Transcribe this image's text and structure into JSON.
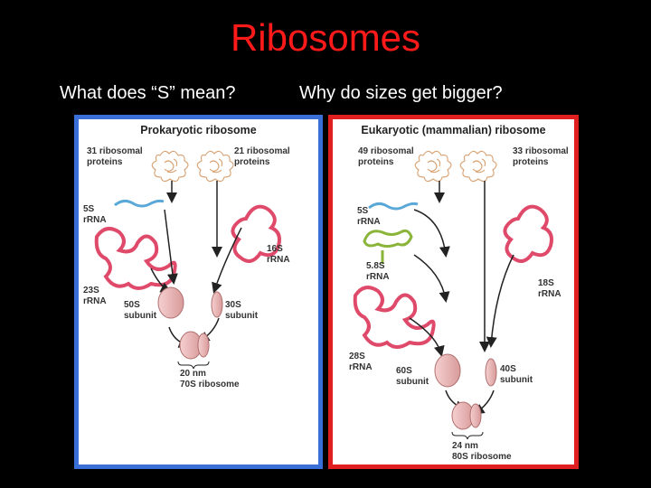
{
  "slide": {
    "title": "Ribosomes",
    "question_left": "What does “S” mean?",
    "question_right": "Why do sizes get bigger?"
  },
  "colors": {
    "title": "#ff1a1a",
    "prokaryotic_border": "#3a6fd8",
    "eukaryotic_border": "#e02020",
    "rRNA_pink": "#e04a6a",
    "rRNA_5S_blue": "#5aa8d8",
    "rRNA_5_8S_green": "#8ab43a",
    "subunit_fill": "#eab0b0"
  },
  "prokaryotic": {
    "title": "Prokaryotic ribosome",
    "large_proteins": "31 ribosomal\nproteins",
    "small_proteins": "21 ribosomal\nproteins",
    "rrna_5s": "5S\nrRNA",
    "rrna_16s": "16S\nrRNA",
    "rrna_23s": "23S\nrRNA",
    "large_subunit": "50S\nsubunit",
    "small_subunit": "30S\nsubunit",
    "size": "20 nm",
    "ribosome": "70S ribosome"
  },
  "eukaryotic": {
    "title": "Eukaryotic (mammalian) ribosome",
    "large_proteins": "49 ribosomal\nproteins",
    "small_proteins": "33 ribosomal\nproteins",
    "rrna_5s": "5S\nrRNA",
    "rrna_5_8s": "5.8S\nrRNA",
    "rrna_18s": "18S\nrRNA",
    "rrna_28s": "28S\nrRNA",
    "large_subunit": "60S\nsubunit",
    "small_subunit": "40S\nsubunit",
    "size": "24 nm",
    "ribosome": "80S ribosome"
  }
}
